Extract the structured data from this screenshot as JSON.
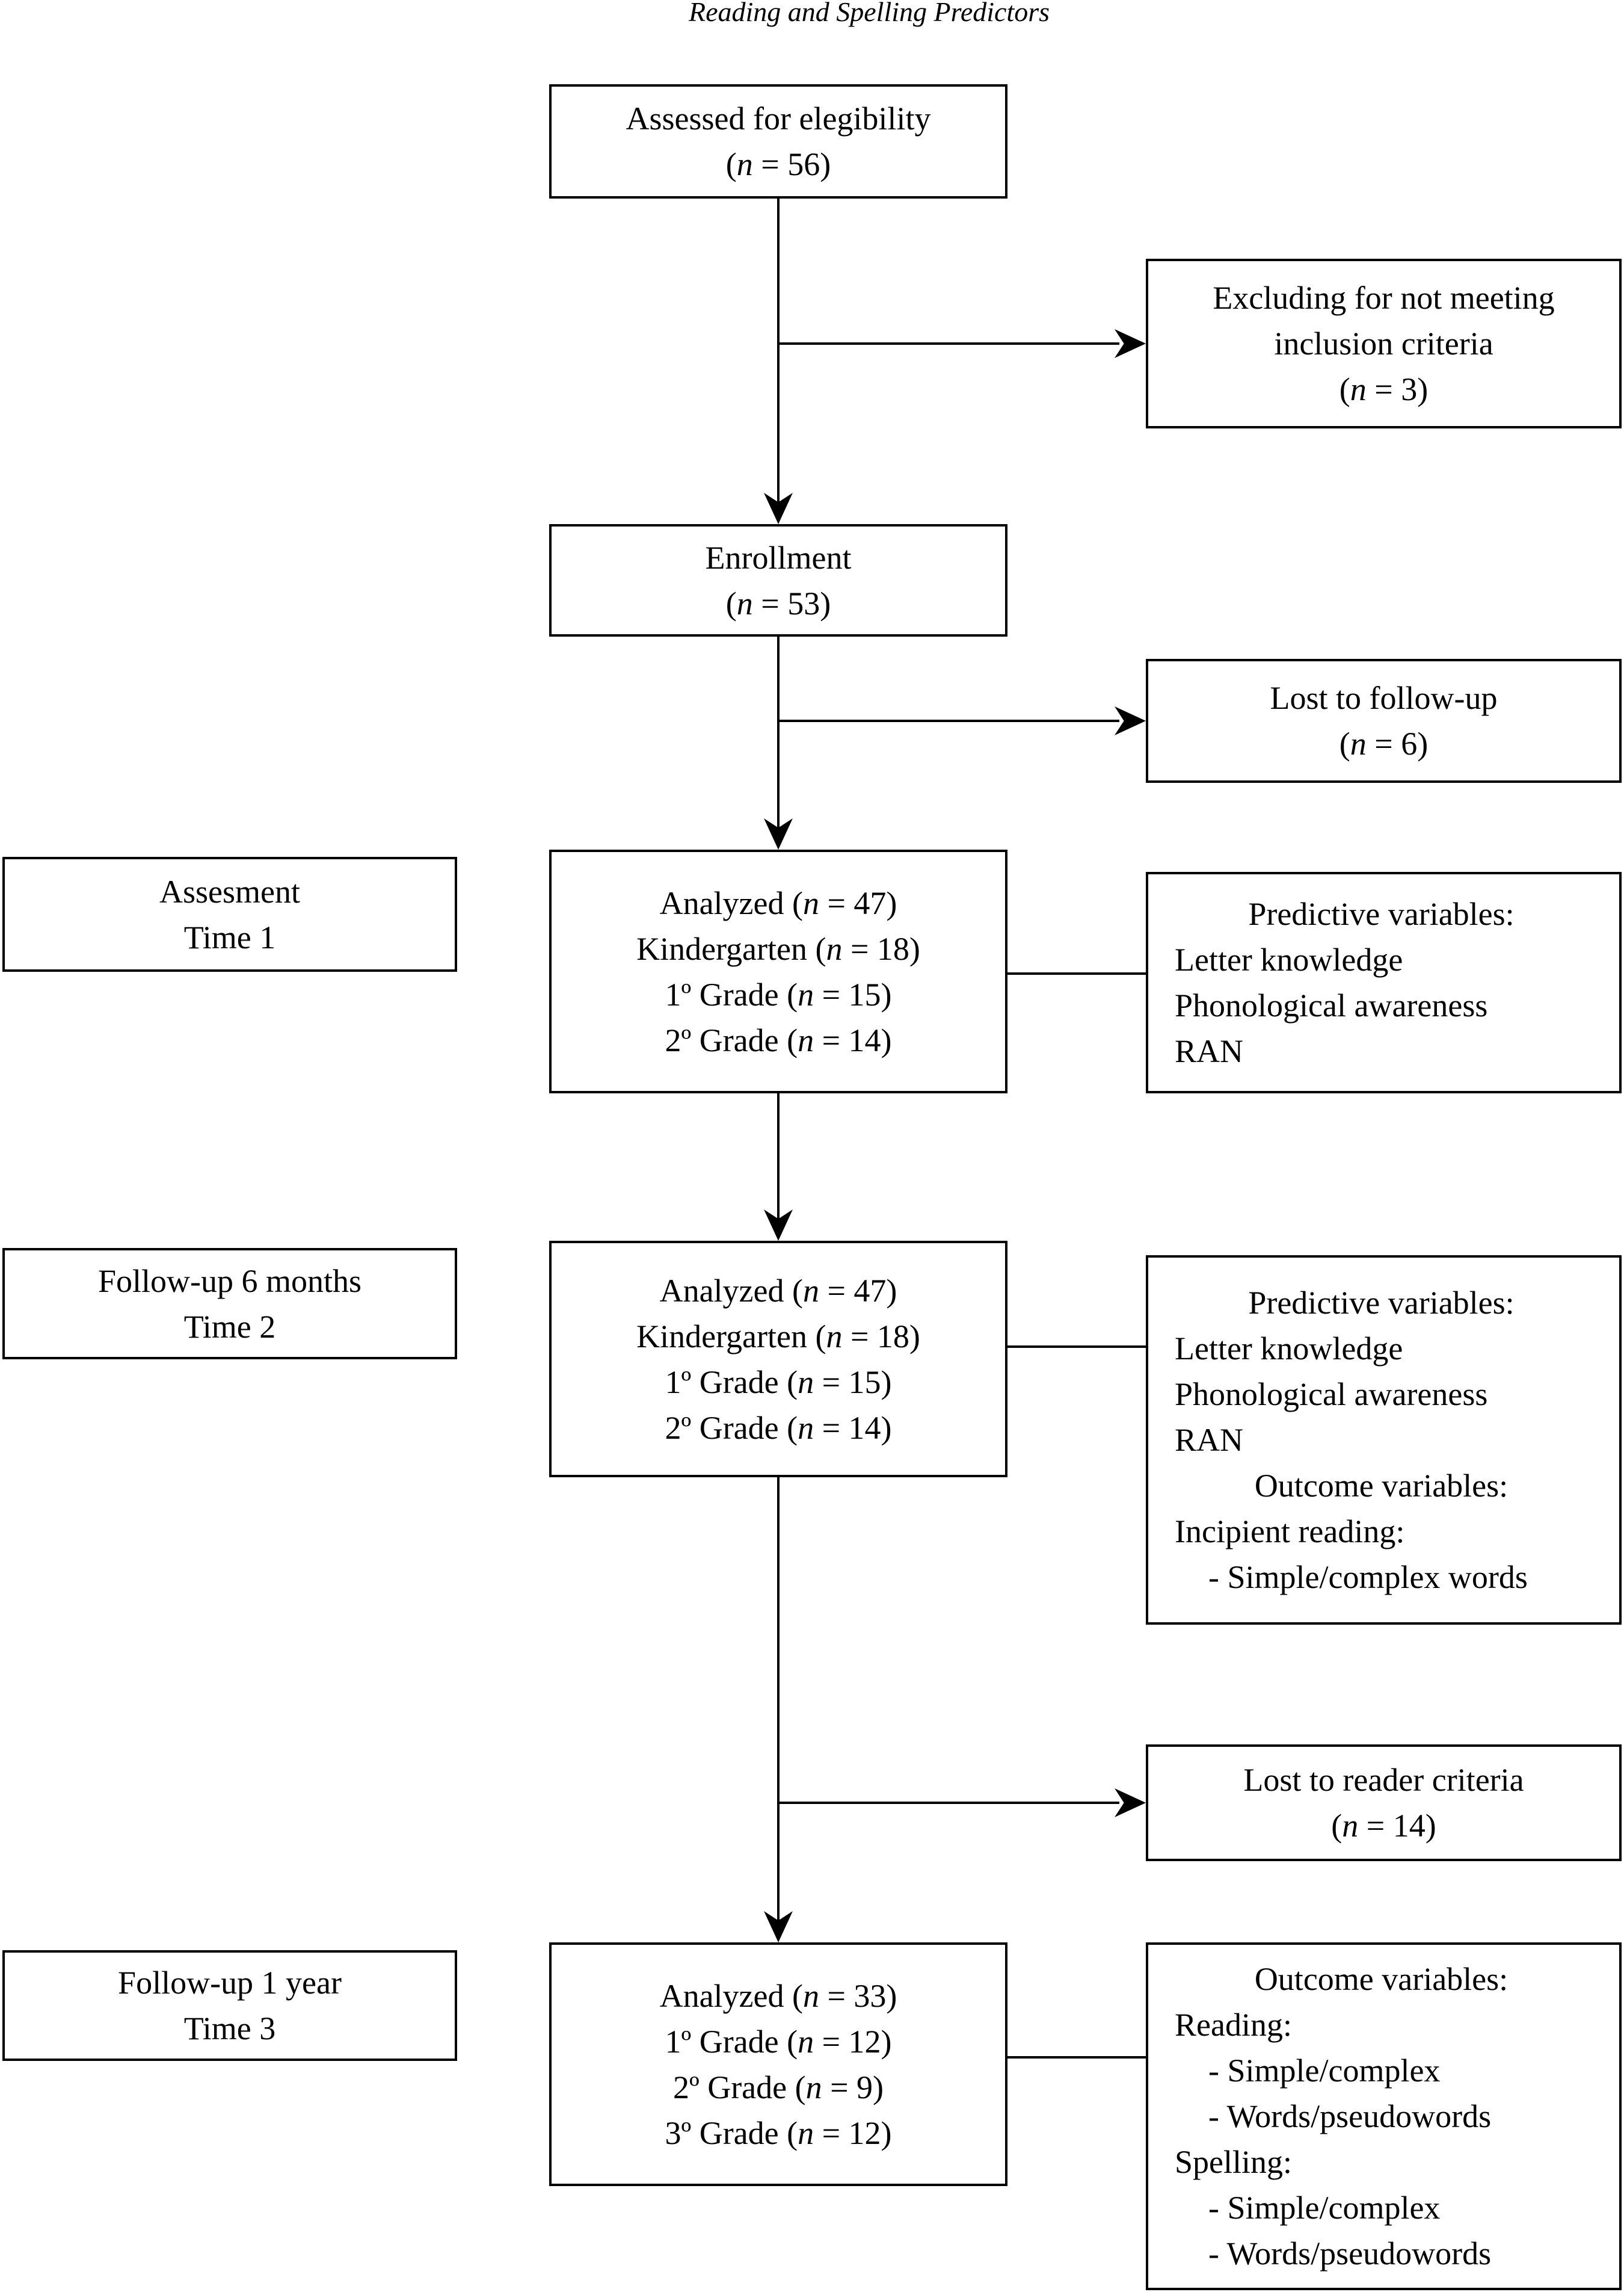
{
  "title": "Reading and Spelling Predictors",
  "boxes": {
    "assessed": {
      "lines": [
        {
          "text": "Assessed for elegibility"
        },
        {
          "text": "(*n* = 56)"
        }
      ]
    },
    "excluding": {
      "lines": [
        {
          "text": "Excluding for not meeting"
        },
        {
          "text": "inclusion criteria"
        },
        {
          "text": "(*n* = 3)"
        }
      ]
    },
    "enrollment": {
      "lines": [
        {
          "text": "Enrollment"
        },
        {
          "text": "(*n* = 53)"
        }
      ]
    },
    "lost_followup": {
      "lines": [
        {
          "text": "Lost to follow-up"
        },
        {
          "text": "(*n* = 6)"
        }
      ]
    },
    "time1": {
      "lines": [
        {
          "text": "Assesment"
        },
        {
          "text": "Time 1"
        }
      ]
    },
    "analyzed1": {
      "lines": [
        {
          "text": "Analyzed (*n* = 47)"
        },
        {
          "text": "Kindergarten (*n* = 18)"
        },
        {
          "text": "1º Grade (*n* = 15)"
        },
        {
          "text": "2º Grade (*n* = 14)"
        }
      ]
    },
    "predictive1": {
      "lines": [
        {
          "text": "Predictive variables:",
          "align": "center"
        },
        {
          "text": "Letter knowledge"
        },
        {
          "text": "Phonological awareness"
        },
        {
          "text": "RAN"
        }
      ]
    },
    "time2": {
      "lines": [
        {
          "text": "Follow-up 6 months"
        },
        {
          "text": "Time 2"
        }
      ]
    },
    "analyzed2": {
      "lines": [
        {
          "text": "Analyzed (*n* = 47)"
        },
        {
          "text": "Kindergarten (*n* = 18)"
        },
        {
          "text": "1º Grade (*n* = 15)"
        },
        {
          "text": "2º Grade (*n* = 14)"
        }
      ]
    },
    "predictive2": {
      "lines": [
        {
          "text": "Predictive variables:",
          "align": "center"
        },
        {
          "text": "Letter knowledge"
        },
        {
          "text": "Phonological awareness"
        },
        {
          "text": "RAN"
        },
        {
          "text": "Outcome variables:",
          "align": "center"
        },
        {
          "text": "Incipient reading:"
        },
        {
          "text": "- Simple/complex words",
          "indent": true
        }
      ]
    },
    "lost_reader": {
      "lines": [
        {
          "text": "Lost to reader criteria"
        },
        {
          "text": "(*n* = 14)"
        }
      ]
    },
    "time3": {
      "lines": [
        {
          "text": "Follow-up 1 year"
        },
        {
          "text": "Time 3"
        }
      ]
    },
    "analyzed3": {
      "lines": [
        {
          "text": "Analyzed (*n* = 33)"
        },
        {
          "text": "1º Grade (*n* = 12)"
        },
        {
          "text": "2º Grade (*n* = 9)"
        },
        {
          "text": "3º Grade (*n* = 12)"
        }
      ]
    },
    "outcome3": {
      "lines": [
        {
          "text": "Outcome variables:",
          "align": "center"
        },
        {
          "text": "Reading:"
        },
        {
          "text": "- Simple/complex",
          "indent": true
        },
        {
          "text": "- Words/pseudowords",
          "indent": true
        },
        {
          "text": "Spelling:"
        },
        {
          "text": "- Simple/complex",
          "indent": true
        },
        {
          "text": "- Words/pseudowords",
          "indent": true
        }
      ]
    }
  },
  "colors": {
    "line": "#000000",
    "background": "#ffffff",
    "text": "#000000"
  }
}
